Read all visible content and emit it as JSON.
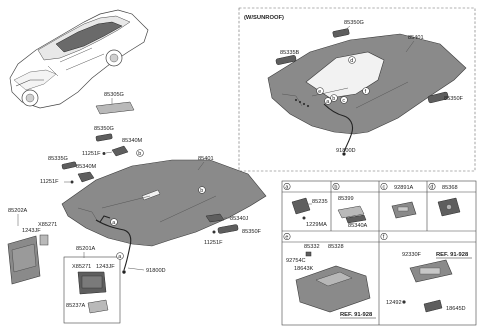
{
  "sunroof": {
    "title": "(W/SUNROOF)",
    "labels": {
      "p85350G": "85350G",
      "p85335B": "85335B",
      "p85401": "85401",
      "p85350F": "85350F",
      "p91800D": "91800D"
    },
    "letters": {
      "a": "a",
      "b": "b",
      "c": "c",
      "d": "d",
      "e": "e",
      "f": "f"
    }
  },
  "main": {
    "labels": {
      "p85305G": "85305G",
      "p85350G": "85350G",
      "p85340M_top": "85340M",
      "p11251F_top": "11251F",
      "p85335G": "85335G",
      "p85340M": "85340M",
      "p11251F_left": "11251F",
      "p85401": "85401",
      "p85340J": "85340J",
      "p11251F_right": "11251F",
      "p85350F": "85350F",
      "p91800D": "91800D"
    },
    "letters": {
      "a": "a",
      "b": "b"
    }
  },
  "visor": {
    "labels": {
      "p85202A": "85202A",
      "p1243JF_a": "1243JF",
      "pX85271_a": "X85271",
      "p85201A": "85201A",
      "pX85271_b": "X85271",
      "p1243JF_b": "1243JF",
      "p85237A": "85237A"
    },
    "letters": {
      "a": "a"
    }
  },
  "details": {
    "a": {
      "letter": "a",
      "labels": [
        "85235",
        "1229MA"
      ]
    },
    "b": {
      "letter": "b",
      "labels": [
        "85399",
        "85340A"
      ]
    },
    "c": {
      "letter": "c",
      "labels": [
        "92891A"
      ]
    },
    "d": {
      "letter": "d",
      "labels": [
        "85368"
      ]
    },
    "e": {
      "letter": "e",
      "labels": [
        "85332",
        "85328",
        "92754C",
        "18643K"
      ],
      "ref": "REF. 91-928"
    },
    "f": {
      "letter": "f",
      "labels": [
        "92330F",
        "12492",
        "18645D"
      ],
      "ref": "REF. 91-928"
    }
  },
  "colors": {
    "part": "#8a8a8a",
    "outline": "#3a3a3a",
    "background": "#ffffff"
  }
}
